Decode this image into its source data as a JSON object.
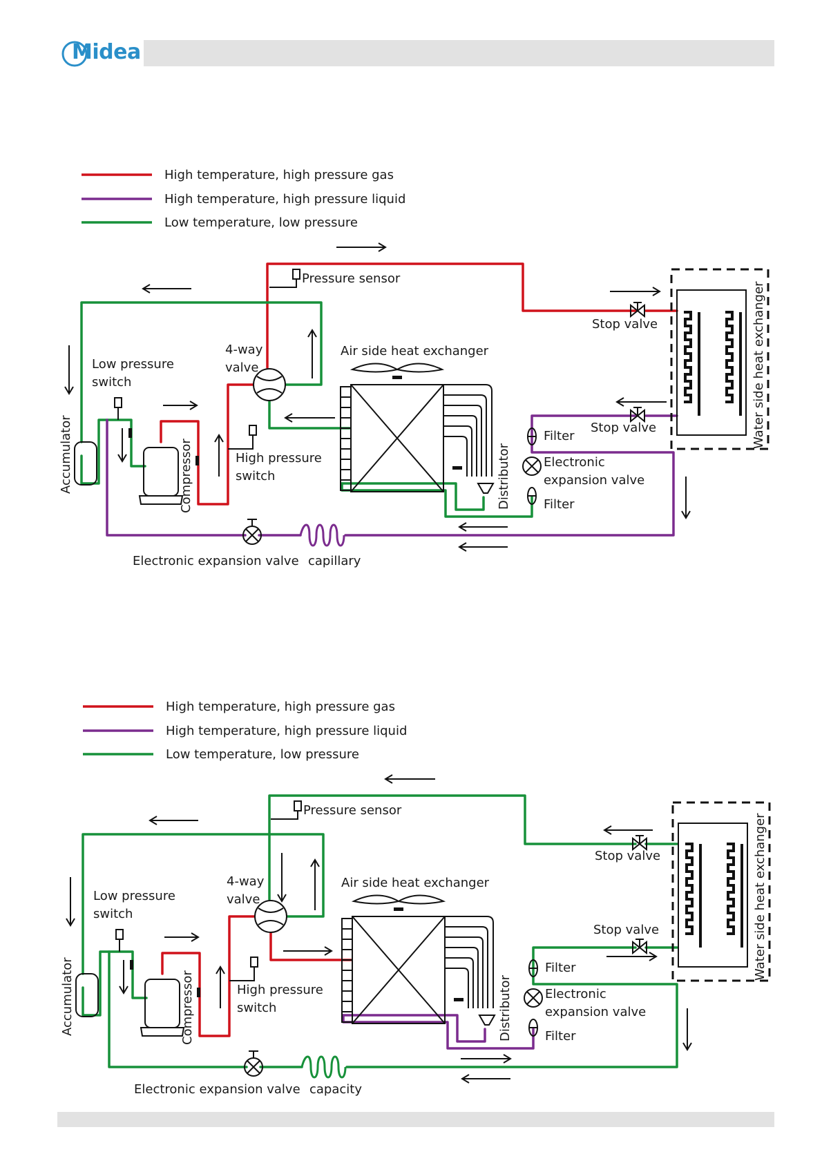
{
  "brand": {
    "logo_text": "Midea"
  },
  "colors": {
    "high_gas": "#d0121b",
    "high_liquid": "#7b2c8e",
    "low": "#17913a"
  },
  "diagram_top": {
    "legend": [
      {
        "label": "High temperature, high pressure gas",
        "color": "#d0121b"
      },
      {
        "label": "High temperature, high pressure liquid",
        "color": "#7b2c8e"
      },
      {
        "label": "Low temperature, low pressure",
        "color": "#17913a"
      }
    ],
    "labels": {
      "pressure_sensor": "Pressure sensor",
      "stop_valve_upper": "Stop valve",
      "four_way_line1": "4-way",
      "four_way_line2": "valve",
      "air_hx": "Air side heat exchanger",
      "low_ps_line1": "Low pressure",
      "low_ps_line2": "switch",
      "high_ps_line1": "High pressure",
      "high_ps_line2": "switch",
      "accumulator": "Accumulator",
      "compressor": "Compressor",
      "distributor": "Distributor",
      "filter_upper": "Filter",
      "stop_valve_lower": "Stop valve",
      "eev_right_line1": "Electronic",
      "eev_right_line2": "expansion valve",
      "filter_lower": "Filter",
      "water_hx": "Water side heat exchanger",
      "eev_bottom": "Electronic expansion valve",
      "capillary": "capillary"
    }
  },
  "diagram_bottom": {
    "legend": [
      {
        "label": "High temperature, high pressure gas",
        "color": "#d0121b"
      },
      {
        "label": "High temperature, high pressure liquid",
        "color": "#7b2c8e"
      },
      {
        "label": "Low temperature, low pressure",
        "color": "#17913a"
      }
    ],
    "labels": {
      "pressure_sensor": "Pressure sensor",
      "stop_valve_upper": "Stop valve",
      "four_way_line1": "4-way",
      "four_way_line2": "valve",
      "air_hx": "Air side heat exchanger",
      "low_ps_line1": "Low pressure",
      "low_ps_line2": "switch",
      "high_ps_line1": "High pressure",
      "high_ps_line2": "switch",
      "accumulator": "Accumulator",
      "compressor": "Compressor",
      "distributor": "Distributor",
      "filter_upper": "Filter",
      "stop_valve_lower": "Stop valve",
      "eev_right_line1": "Electronic",
      "eev_right_line2": "expansion valve",
      "filter_lower": "Filter",
      "water_hx": "Water side heat exchanger",
      "eev_bottom": "Electronic expansion valve",
      "capillary": "capacity"
    }
  }
}
